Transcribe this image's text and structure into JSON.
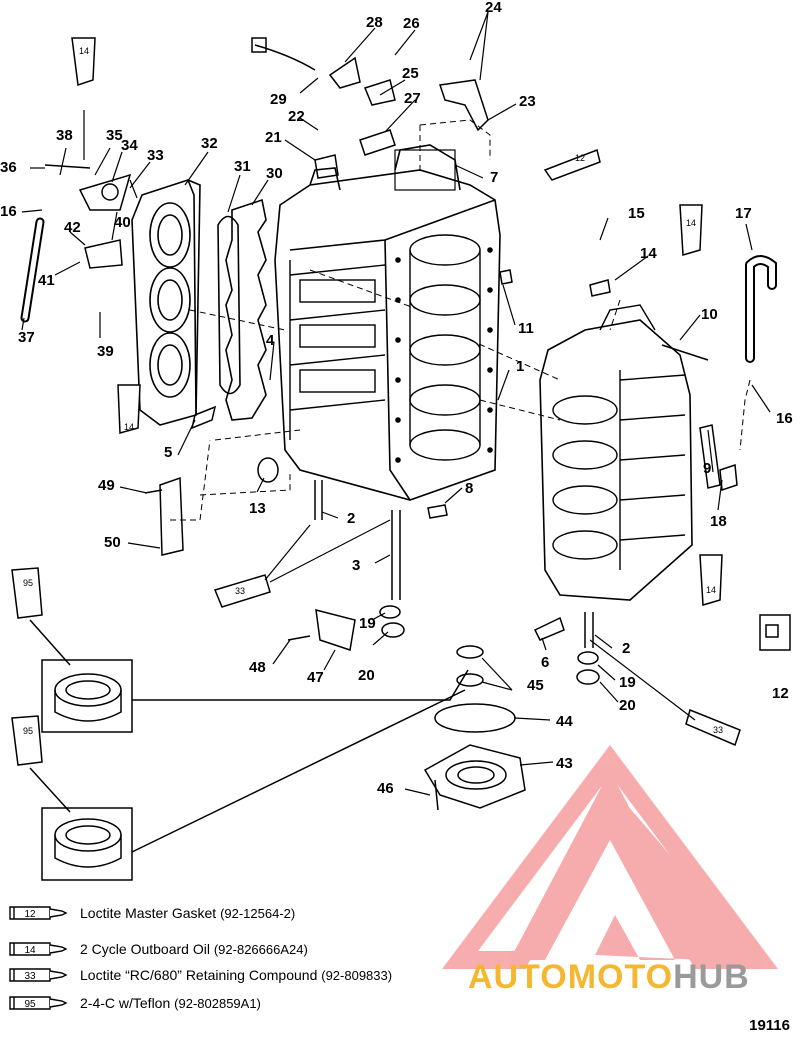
{
  "diagram": {
    "figure_number": "19116",
    "callouts": [
      "1",
      "2",
      "3",
      "4",
      "5",
      "6",
      "7",
      "8",
      "9",
      "10",
      "11",
      "12",
      "13",
      "14",
      "15",
      "16",
      "17",
      "18",
      "19",
      "20",
      "21",
      "22",
      "23",
      "24",
      "25",
      "26",
      "27",
      "28",
      "29",
      "30",
      "31",
      "32",
      "33",
      "34",
      "35",
      "36",
      "37",
      "38",
      "39",
      "40",
      "41",
      "42",
      "43",
      "44",
      "45",
      "46",
      "47",
      "48",
      "49",
      "50"
    ],
    "tube_codes": [
      "14",
      "12",
      "33",
      "95"
    ]
  },
  "legend": [
    {
      "code": "12",
      "text": "Loctite Master Gasket",
      "part_number": "(92-12564-2)"
    },
    {
      "code": "14",
      "text": "2 Cycle Outboard Oil",
      "part_number": "(92-826666A24)"
    },
    {
      "code": "33",
      "text": "Loctite “RC/680” Retaining Compound",
      "part_number": "(92-809833)"
    },
    {
      "code": "95",
      "text": "2-4-C w/Teflon",
      "part_number": "(92-802859A1)"
    }
  ],
  "watermark": {
    "part_a": "AUTOMOTO",
    "part_b": "HUB",
    "color_a": "#f5b731",
    "color_b": "#9a9a9a",
    "logo_color": "#f0696b"
  }
}
